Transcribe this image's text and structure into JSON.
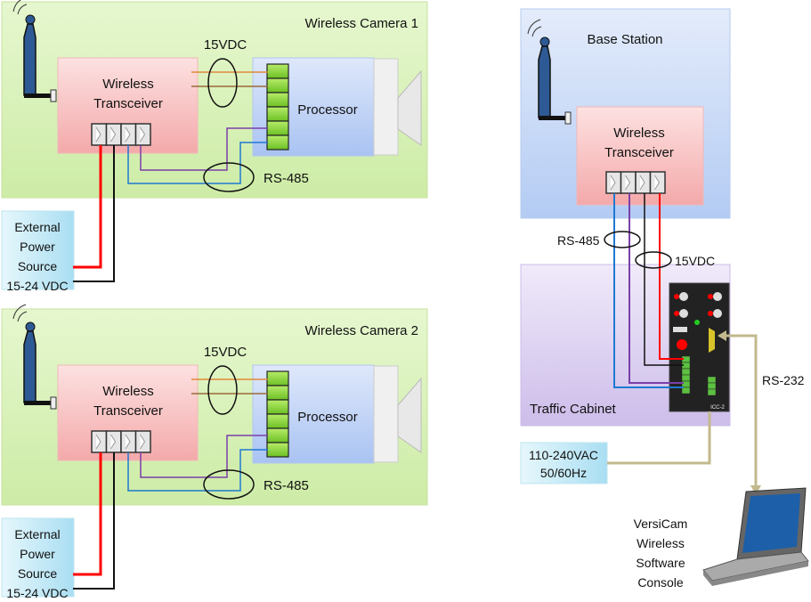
{
  "cameras": [
    {
      "title": "Wireless Camera 1",
      "transceiver": [
        "Wireless",
        "Transceiver"
      ],
      "processor": "Processor",
      "power_label": "15VDC",
      "data_label": "RS-485",
      "external_power": [
        "External",
        "Power",
        "Source",
        "15-24 VDC"
      ]
    },
    {
      "title": "Wireless Camera 2",
      "transceiver": [
        "Wireless",
        "Transceiver"
      ],
      "processor": "Processor",
      "power_label": "15VDC",
      "data_label": "RS-485",
      "external_power": [
        "External",
        "Power",
        "Source",
        "15-24 VDC"
      ]
    }
  ],
  "base_station": {
    "title": "Base Station",
    "transceiver": [
      "Wireless",
      "Transceiver"
    ]
  },
  "links": {
    "rs485": "RS-485",
    "vdc": "15VDC",
    "rs232": "RS-232"
  },
  "traffic_cabinet": {
    "title": "Traffic Cabinet",
    "device_label": "ICC-2"
  },
  "mains": [
    "110-240VAC",
    "50/60Hz"
  ],
  "console": [
    "VersiCam",
    "Wireless",
    "Software",
    "Console"
  ],
  "colors": {
    "camera_bg": "#d9f2b8",
    "base_bg": "#c6d8f7",
    "cabinet_bg": "#ddd0f0",
    "transceiver": "#f7c0c0",
    "processor": "#c2d4f5",
    "power_box": "#c8ecf7",
    "red": "#ff0000",
    "purple": "#7a3fa8",
    "blue": "#1f78d1",
    "orange": "#e08a3a",
    "tan": "#c2b98c"
  }
}
